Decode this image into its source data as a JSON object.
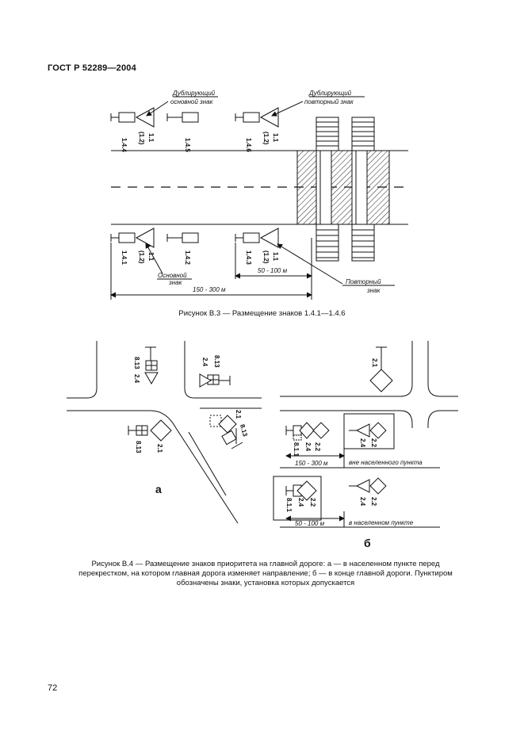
{
  "header": "ГОСТ Р 52289—2004",
  "page_number": "72",
  "figure3": {
    "caption": "Рисунок В.3 — Размещение знаков 1.4.1—1.4.6",
    "sign_codes": [
      "1.4.4",
      "1.4.5",
      "1.4.6",
      "1.4.1",
      "1.4.2",
      "1.4.3"
    ],
    "triangle_label": "1.1",
    "triangle_label_alt": "(1.2)",
    "note_dup_main": [
      "Дублирующий",
      "основной знак"
    ],
    "note_dup_repeat": [
      "Дублирующий",
      "повторный знак"
    ],
    "note_main": [
      "Основной",
      "знак"
    ],
    "note_repeat": [
      "Повторный",
      "знак"
    ],
    "dist_long": "150 - 300 м",
    "dist_short": "50 - 100 м"
  },
  "figure4": {
    "caption": "Рисунок В.4 — Размещение знаков приоритета на главной дороге: а — в населенном пункте перед перекрестком, на котором главная дорога изменяет направление; б — в конце главной дороги. Пунктиром обозначены знаки, установка которых допускается",
    "label_a": "а",
    "label_b": "б",
    "codes": {
      "s21": "2.1",
      "s24": "2.4",
      "s22": "2.2",
      "s813": "8.13",
      "s811": "8.1.1"
    },
    "outside_text": "вне населенного пункта",
    "inside_text": "в населенном пункте",
    "dist_long": "150 - 300 м",
    "dist_short": "50 - 100 м"
  }
}
